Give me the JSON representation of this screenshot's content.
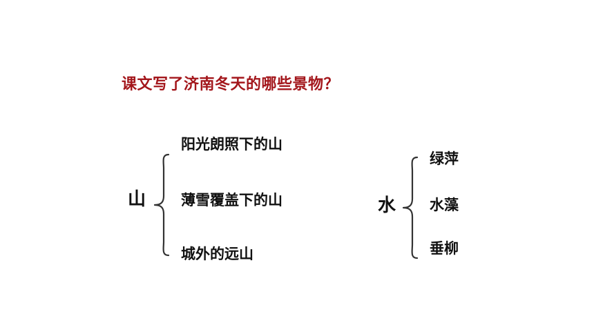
{
  "question": "课文写了济南冬天的哪些景物？",
  "groups": [
    {
      "label": "山",
      "items": [
        "阳光朗照下的山",
        "薄雪覆盖下的山",
        "城外的远山"
      ]
    },
    {
      "label": "水",
      "items": [
        "绿萍",
        "水藻",
        "垂柳"
      ]
    }
  ],
  "colors": {
    "question": "#a3161b",
    "text": "#111111",
    "brace": "#333333"
  }
}
